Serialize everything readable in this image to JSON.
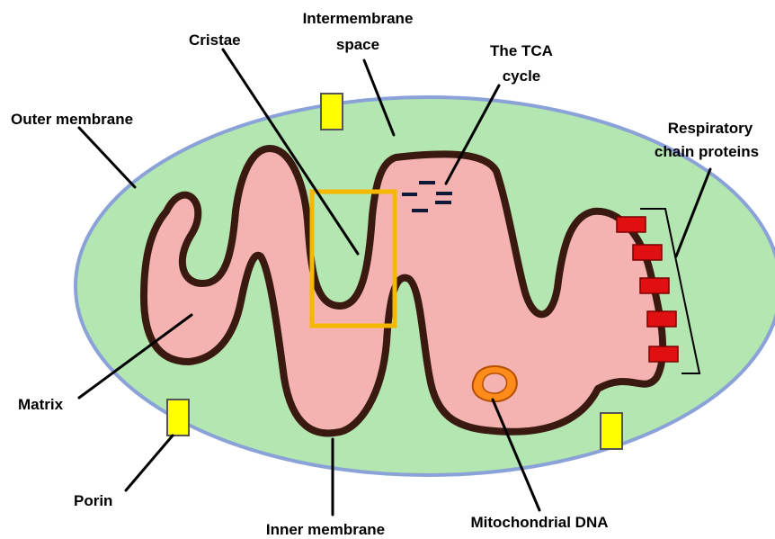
{
  "labels": {
    "outer_membrane": "Outer membrane",
    "cristae": "Cristae",
    "intermembrane_line1": "Intermembrane",
    "intermembrane_line2": "space",
    "tca_line1": "The TCA",
    "tca_line2": "cycle",
    "resp_line1": "Respiratory",
    "resp_line2": "chain proteins",
    "matrix": "Matrix",
    "porin": "Porin",
    "inner_membrane": "Inner membrane",
    "mito_dna": "Mitochondrial DNA"
  },
  "colors": {
    "outer_fill": "#b3e6b0",
    "outer_stroke": "#8aa2d8",
    "matrix_fill": "#f4b3b0",
    "inner_stroke": "#3a1a10",
    "porin": "#ffff00",
    "resp_protein": "#e01010",
    "highlight_box": "#f5b800",
    "dna": "#ff8c1a",
    "tca_dash": "#101838",
    "leader": "#000000"
  }
}
